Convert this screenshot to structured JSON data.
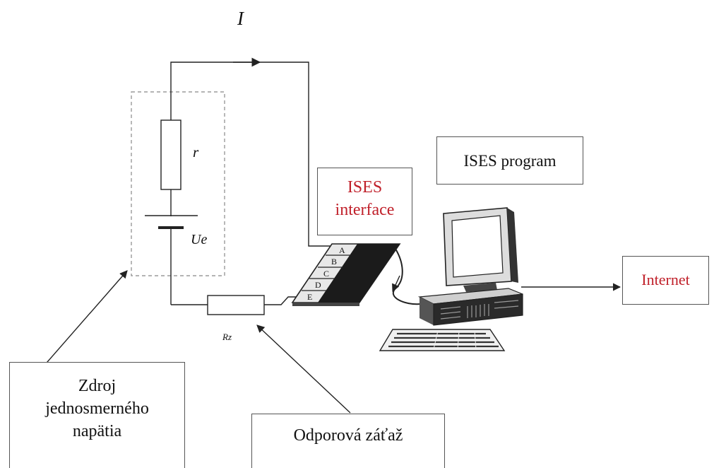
{
  "circuit": {
    "current_label": "I",
    "resistor_r_label": "r",
    "source_label": "Ue",
    "load_label": "Rz"
  },
  "interface_panel": {
    "slots": [
      "A",
      "B",
      "C",
      "D",
      "E"
    ]
  },
  "boxes": {
    "ises_program": "ISES program",
    "ises_interface_line1": "ISES",
    "ises_interface_line2": "interface",
    "internet": "Internet",
    "source_desc_line1": "Zdroj",
    "source_desc_line2": "jednosmerného",
    "source_desc_line3": "napätia",
    "load_desc": "Odporová záťaž"
  },
  "colors": {
    "accent_red": "#c0202a",
    "line": "#222222",
    "dashed": "#888888"
  }
}
